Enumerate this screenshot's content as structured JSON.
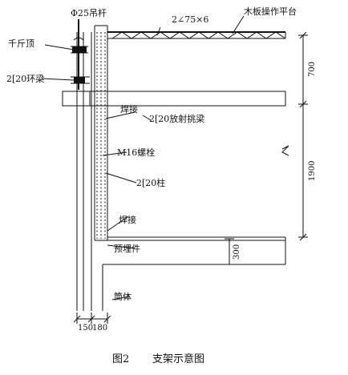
{
  "labels": {
    "rod": "Φ25吊杆",
    "angle": "2∠75×6",
    "platform": "木板操作平台",
    "jack": "千斤顶",
    "ring_beam": "2[20环梁",
    "weld_top": "焊接",
    "radial_beam": "2[20放射挑梁",
    "bolt": "M16螺栓",
    "column": "2[20柱",
    "weld_bottom": "焊接",
    "embedded": "预埋件",
    "wall": "筒体"
  },
  "dimensions": {
    "top": "700",
    "middle": "1900",
    "bottom": "300",
    "base_left": "150",
    "base_right": "180"
  },
  "caption": {
    "number": "图2",
    "title": "支架示意图"
  }
}
